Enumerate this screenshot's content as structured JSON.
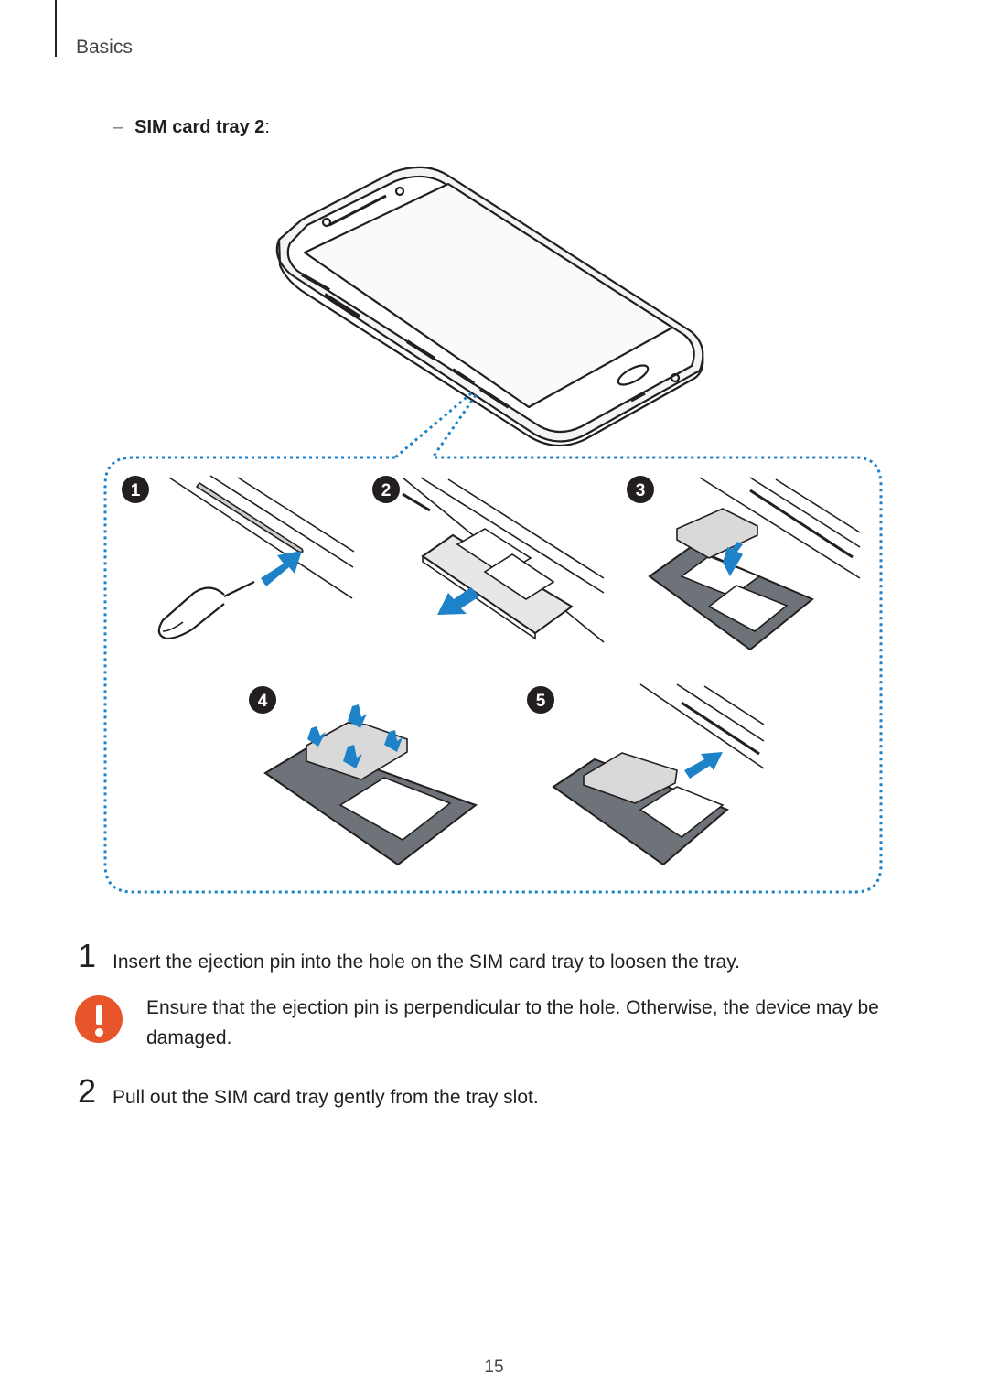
{
  "header": {
    "section": "Basics"
  },
  "subheading": {
    "dash": "–",
    "label": "SIM card tray 2",
    "suffix": ":"
  },
  "figure": {
    "step_badges": [
      "1",
      "2",
      "3",
      "4",
      "5"
    ],
    "colors": {
      "badge": "#231f20",
      "arrow": "#1e82c8",
      "dotted_frame": "#1e82c8",
      "sim": "#d9d9d9",
      "tray": "#555a60"
    }
  },
  "steps": [
    {
      "number": "1",
      "text": "Insert the ejection pin into the hole on the SIM card tray to loosen the tray."
    },
    {
      "number": "2",
      "text": "Pull out the SIM card tray gently from the tray slot."
    }
  ],
  "warning": {
    "icon": "warning-exclamation-icon",
    "color": "#e8552b",
    "text": "Ensure that the ejection pin is perpendicular to the hole. Otherwise, the device may be damaged."
  },
  "footer": {
    "page_number": "15"
  }
}
